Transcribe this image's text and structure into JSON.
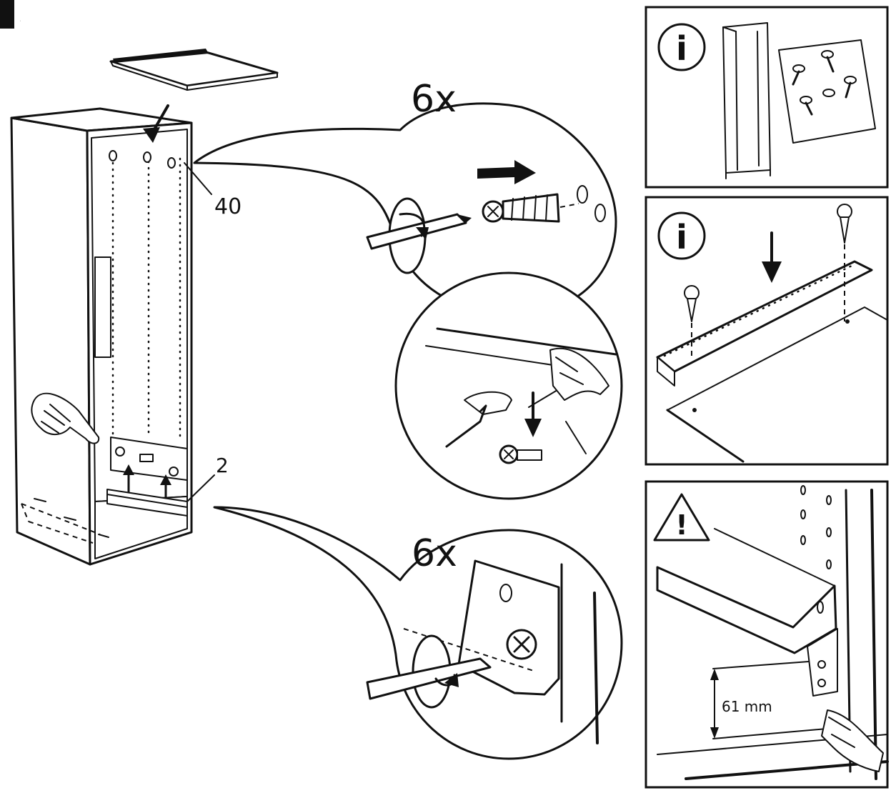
{
  "main_view": {
    "step_marker": "I",
    "callout_top_part_number": "40",
    "callout_bottom_part_number": "2"
  },
  "detail_top": {
    "quantity": "6x"
  },
  "detail_bottom": {
    "quantity": "6x"
  },
  "side_panels": [
    {
      "icon": "info-icon",
      "glyph": "i"
    },
    {
      "icon": "info-icon",
      "glyph": "i"
    },
    {
      "icon": "warning-icon",
      "glyph": "!",
      "measurement": "61 mm"
    }
  ]
}
